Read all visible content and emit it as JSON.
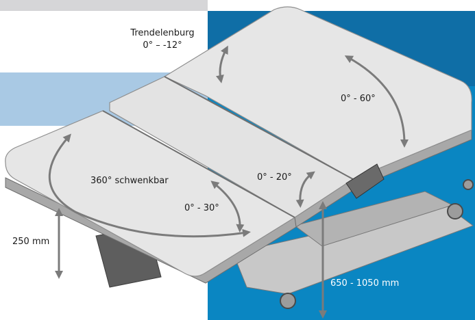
{
  "colors": {
    "bg_white": "#ffffff",
    "bg_grey_top": "#d6d6d8",
    "bg_blue_dark": "#0f6ea6",
    "bg_blue": "#0a86c2",
    "bg_blue_light": "#a9c9e4",
    "table_top": "#e6e6e6",
    "table_edge": "#9a9a9a",
    "arrow": "#7b7b7b"
  },
  "annotations": {
    "trendelenburg_title": "Trendelenburg",
    "trendelenburg_range": "0° – -12°",
    "back_section_angle": "0° - 60°",
    "middle_section_angle": "0° - 20°",
    "swivel": "360° schwenkbar",
    "leg_section_angle": "0° - 30°",
    "height_step": "250 mm",
    "height_range": "650 - 1050 mm"
  }
}
